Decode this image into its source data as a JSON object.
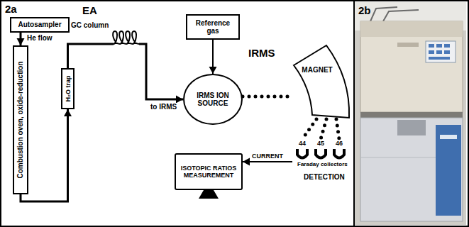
{
  "diagram": {
    "nodes": [
      {
        "text": [
          "Autosampler"
        ]
      },
      {
        "text": [
          "Combustion oven, oxide-reduction"
        ]
      },
      {
        "text": [
          "H₂O trap"
        ]
      },
      {
        "text": [
          "Reference gas"
        ]
      },
      {
        "text": [
          "IRMS ION SOURCE"
        ]
      },
      {
        "text": [
          "MAGNET"
        ]
      },
      {
        "text": [
          "ISOTOPIC RATIOS MEASUREMENT"
        ]
      },
      {
        "text": [
          "44",
          "45",
          "46",
          "Faraday collectors"
        ]
      }
    ],
    "edges": [
      {
        "from": 0,
        "to": 1,
        "label": "He flow",
        "arrow": "to"
      },
      {
        "from": 1,
        "to": 2,
        "arrow": "to"
      },
      {
        "from": 2,
        "to": 4,
        "label": "to IRMS",
        "arrow": "to"
      },
      {
        "from": 3,
        "to": 4,
        "arrow": "to"
      },
      {
        "from": 4,
        "to": 5,
        "arrow": "none"
      },
      {
        "from": 5,
        "to": 7,
        "arrow": "none"
      },
      {
        "from": 7,
        "to": 6,
        "label": "CURRENT",
        "arrow": "to"
      }
    ],
    "labels": [
      "2a",
      "EA",
      "GC column",
      "IRMS",
      "DETECTION",
      "2b"
    ]
  }
}
